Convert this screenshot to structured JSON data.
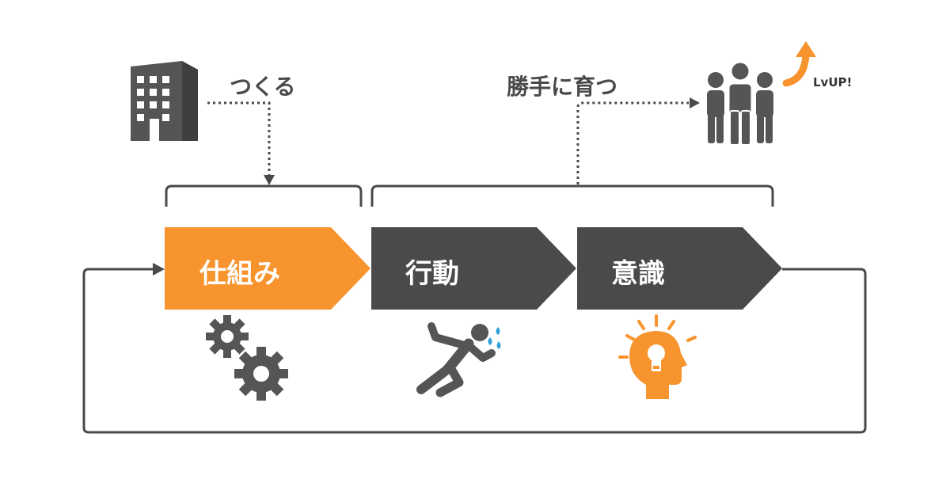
{
  "labels": {
    "build": "つくる",
    "grow": "勝手に育つ",
    "lvup": "LvUP!"
  },
  "steps": [
    {
      "label": "仕組み",
      "icon": "gears-icon"
    },
    {
      "label": "行動",
      "icon": "running-person-icon"
    },
    {
      "label": "意識",
      "icon": "head-lightbulb-icon"
    }
  ],
  "colors": {
    "accent_orange": "#F7942E",
    "dark_gray": "#4A4A4A",
    "icon_gray": "#555555",
    "sweat_blue": "#2FA0DA"
  },
  "icons": {
    "company": "building-icon",
    "team": "people-group-icon",
    "levelup": "up-arrow-icon"
  }
}
